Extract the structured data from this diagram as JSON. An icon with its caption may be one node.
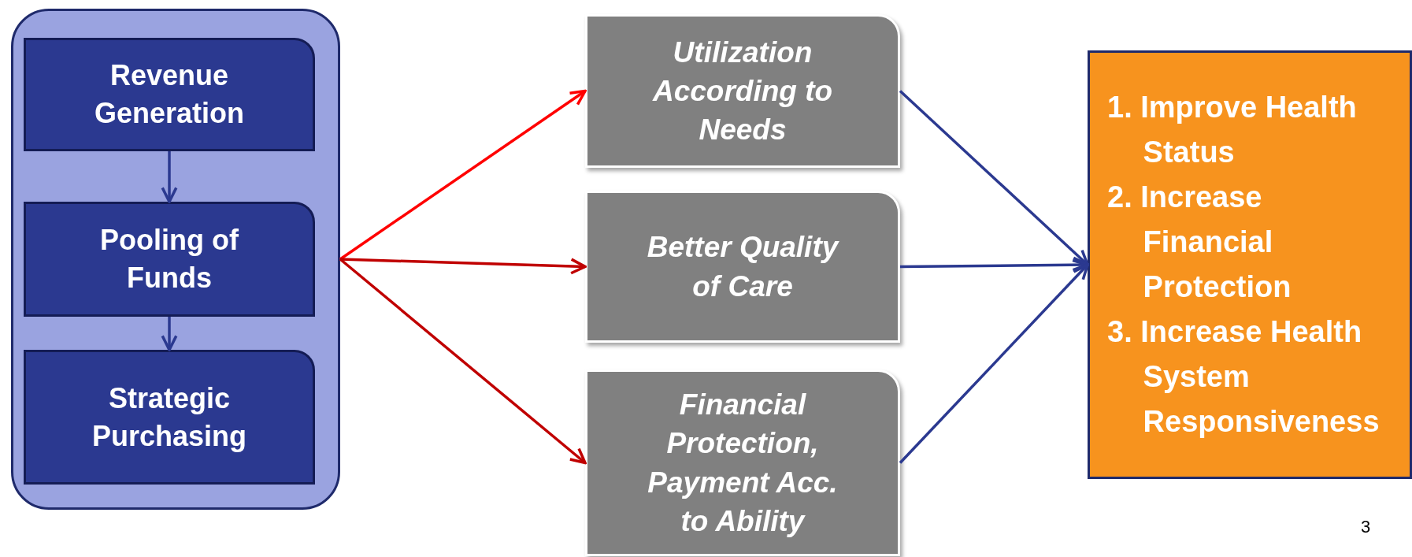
{
  "diagram": {
    "nodes": [
      {
        "text": [],
        "shape": "box"
      },
      {
        "text": [
          "Revenue Generation"
        ],
        "in": 0
      },
      {
        "text": [
          "Pooling of Funds"
        ],
        "in": 0
      },
      {
        "text": [
          "Strategic Purchasing"
        ],
        "in": 0
      },
      {
        "text": [
          "Utilization According to Needs"
        ]
      },
      {
        "text": [
          "Better Quality of Care"
        ]
      },
      {
        "text": [
          "Financial Protection, Payment Acc. to Ability"
        ]
      },
      {
        "text": [
          "1. Improve Health Status",
          "2. Increase Financial Protection",
          "3. Increase Health System Responsiveness"
        ]
      }
    ],
    "edges": [
      {
        "from": 1,
        "to": 2,
        "arrow": "to"
      },
      {
        "from": 2,
        "to": 3,
        "arrow": "to"
      },
      {
        "from": 0,
        "to": 4,
        "arrow": "to",
        "color": "#ff0000"
      },
      {
        "from": 0,
        "to": 5,
        "arrow": "to",
        "color": "#c00000"
      },
      {
        "from": 0,
        "to": 6,
        "arrow": "to",
        "color": "#c00000"
      },
      {
        "from": 4,
        "to": 7,
        "arrow": "to"
      },
      {
        "from": 5,
        "to": 7,
        "arrow": "to"
      },
      {
        "from": 6,
        "to": 7,
        "arrow": "to"
      }
    ],
    "labels": [
      "3"
    ]
  }
}
